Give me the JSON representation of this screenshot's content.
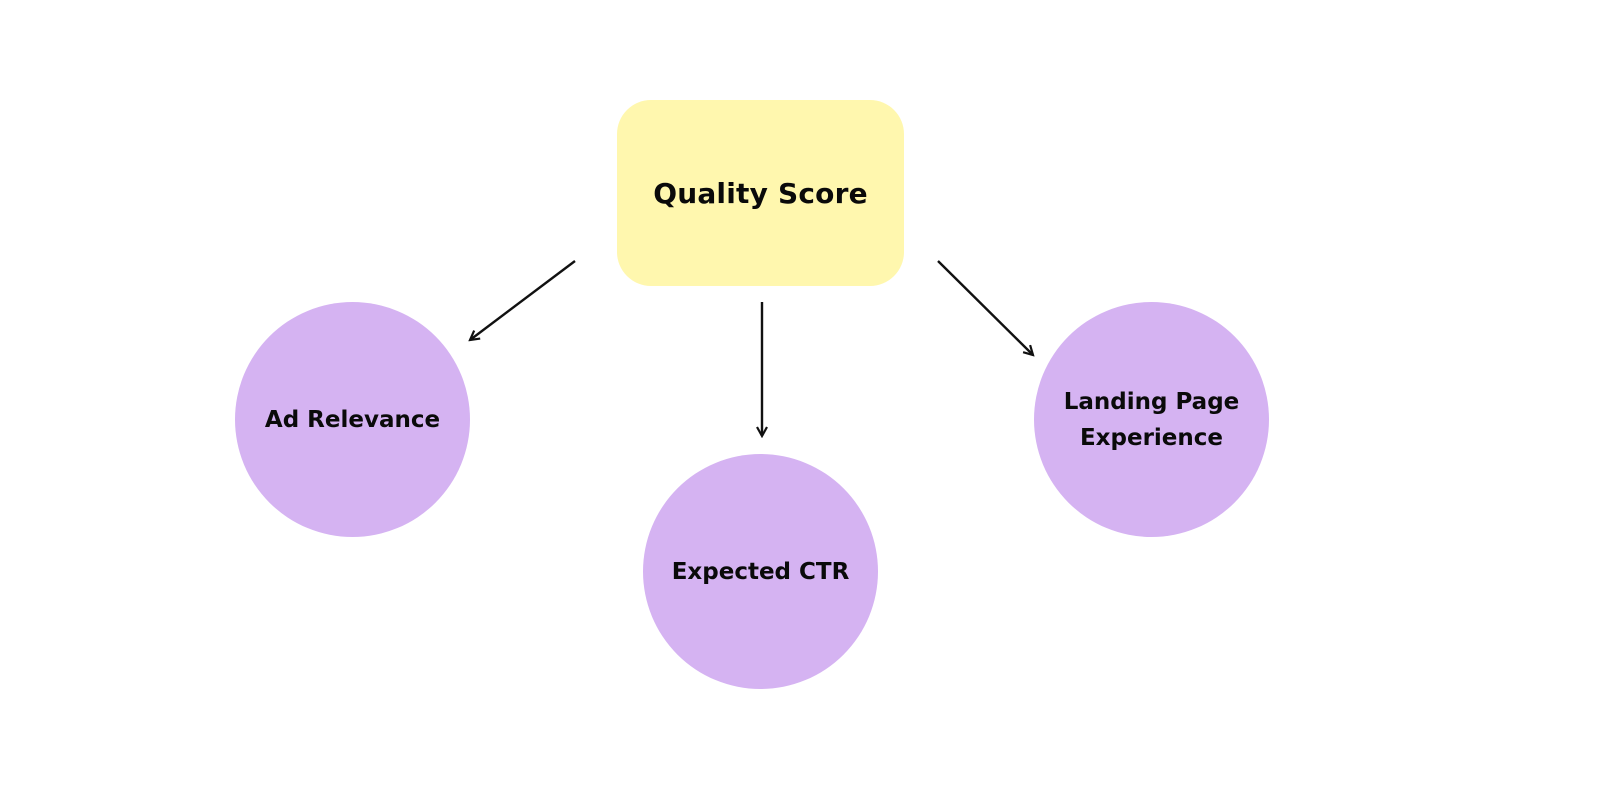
{
  "diagram": {
    "root": {
      "label": "Quality Score"
    },
    "children": [
      {
        "id": "ad-relevance",
        "label": "Ad Relevance"
      },
      {
        "id": "expected-ctr",
        "label": "Expected CTR"
      },
      {
        "id": "landing-page-experience",
        "label": "Landing Page Experience"
      }
    ],
    "edges": [
      {
        "from": "quality-score",
        "to": "ad-relevance"
      },
      {
        "from": "quality-score",
        "to": "expected-ctr"
      },
      {
        "from": "quality-score",
        "to": "landing-page-experience"
      }
    ]
  },
  "colors": {
    "root_fill": "#fff7ae",
    "leaf_fill": "#d5b3f2",
    "arrow": "#111111",
    "text": "#0a0a0a",
    "background": "#ffffff"
  }
}
